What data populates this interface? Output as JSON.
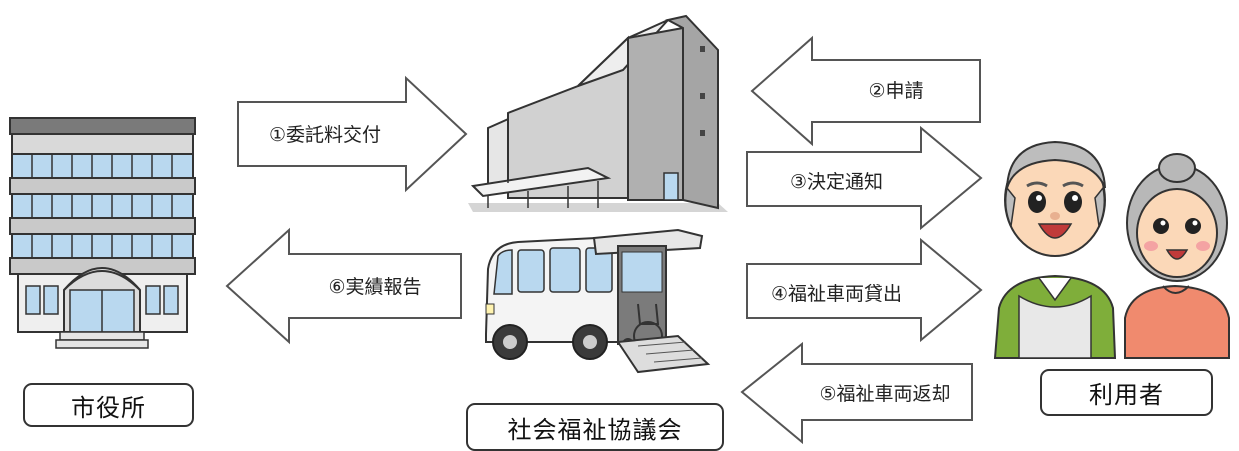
{
  "entities": {
    "city_hall": "市役所",
    "council": "社会福祉協議会",
    "user": "利用者"
  },
  "steps": [
    {
      "label": "①委託料交付",
      "direction": "right"
    },
    {
      "label": "②申請",
      "direction": "left"
    },
    {
      "label": "③決定通知",
      "direction": "right"
    },
    {
      "label": "④福祉車両貸出",
      "direction": "right"
    },
    {
      "label": "⑤福祉車両返却",
      "direction": "left"
    },
    {
      "label": "⑥実績報告",
      "direction": "left"
    }
  ],
  "colors": {
    "arrow_stroke": "#555555",
    "building_gray": "#c9c9c9",
    "window_blue": "#b9d8ef",
    "skin": "#fbd8b8",
    "man_shirt": "#7fae3a",
    "woman_shirt": "#f08a6e"
  }
}
